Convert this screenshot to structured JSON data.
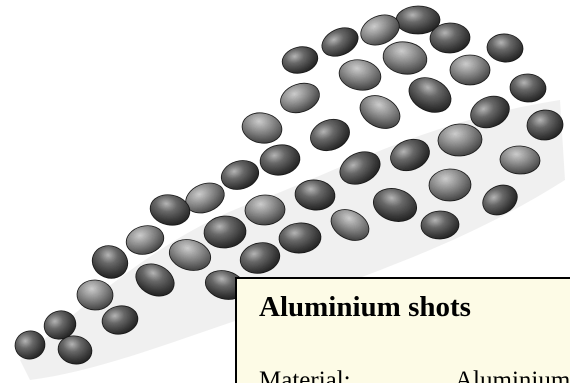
{
  "card": {
    "title": "Aluminium shots",
    "rows": [
      {
        "label": "Material:",
        "value": "Aluminium"
      }
    ]
  },
  "colors": {
    "card_background": "#fdfbe6",
    "card_border": "#000000",
    "text": "#000000",
    "pellet_dark": "#2e2e2e",
    "pellet_mid": "#5e5e5e",
    "pellet_light": "#b5b5b5"
  }
}
